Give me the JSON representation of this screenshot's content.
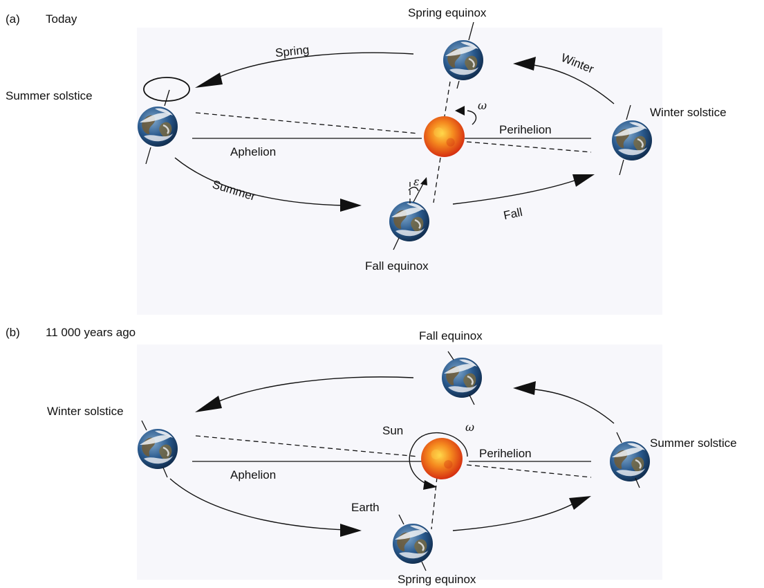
{
  "panel_a": {
    "tag": "(a)",
    "title": "Today",
    "labels": {
      "spring_equinox": "Spring equinox",
      "summer_solstice": "Summer solstice",
      "winter_solstice": "Winter solstice",
      "fall_equinox": "Fall equinox",
      "perihelion": "Perihelion",
      "aphelion": "Aphelion",
      "spring": "Spring",
      "summer": "Summer",
      "fall": "Fall",
      "winter": "Winter",
      "omega": "ω",
      "epsilon": "ε"
    }
  },
  "panel_b": {
    "tag": "(b)",
    "title": "11 000 years ago",
    "labels": {
      "fall_equinox": "Fall equinox",
      "winter_solstice": "Winter solstice",
      "summer_solstice": "Summer solstice",
      "spring_equinox": "Spring equinox",
      "sun": "Sun",
      "earth": "Earth",
      "perihelion": "Perihelion",
      "aphelion": "Aphelion",
      "omega": "ω"
    }
  },
  "colors": {
    "panel_bg": "#f7f7fb",
    "sun_core": "#ffcf2a",
    "sun_edge": "#d92f12",
    "earth_ocean": "#1d4f8c",
    "earth_land": "#6e5a36",
    "earth_cloud": "#f1f3f6",
    "ink": "#111111"
  },
  "icons": {
    "sun": "sun-icon",
    "earth": "earth-globe-icon"
  }
}
